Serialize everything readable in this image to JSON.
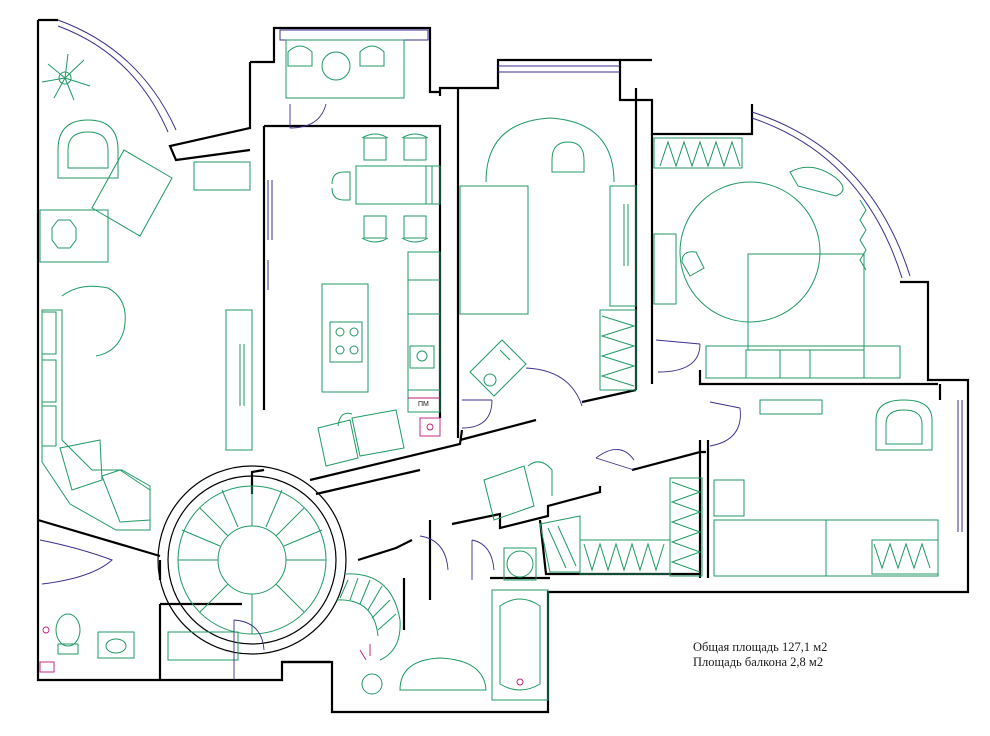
{
  "areas": {
    "total": "Общая площадь 127,1 м2",
    "balcony": "Площадь балкона 2,8 м2"
  },
  "appliance_label": "ПМ",
  "colors": {
    "walls": "#000000",
    "furniture": "#1f9a63",
    "glazing": "#3a2f8c",
    "accent": "#c2187a"
  }
}
